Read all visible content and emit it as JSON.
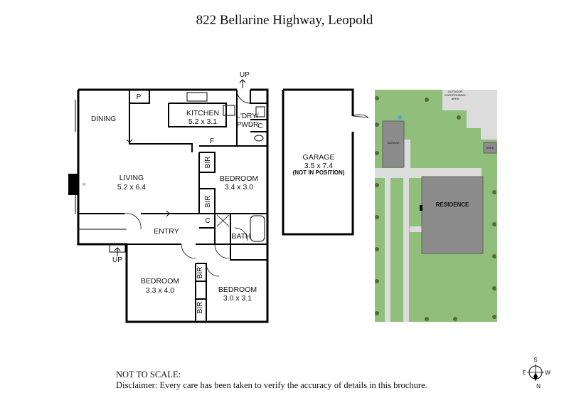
{
  "title": "822 Bellarine Highway, Leopold",
  "rooms": {
    "dining": "DINING",
    "living": "LIVING",
    "living_size": "5.2 x 6.4",
    "kitchen": "KITCHEN",
    "kitchen_size": "5.2 x 3.1",
    "laundry_1": "L'DRY/",
    "laundry_2": "PWDR",
    "pantry": "P",
    "fridge": "F",
    "bed1": "BEDROOM",
    "bed1_size": "3.4 x 3.0",
    "bed2": "BEDROOM",
    "bed2_size": "3.3 x 4.0",
    "bed3": "BEDROOM",
    "bed3_size": "3.0 x 3.1",
    "bath": "BATH",
    "entry": "ENTRY",
    "bir": "BIR",
    "cupboard": "C",
    "up": "UP",
    "hearth": "H"
  },
  "garage": {
    "label": "GARAGE",
    "size": "3.5 x 7.4",
    "note": "(NOT IN POSITION)"
  },
  "site": {
    "residence": "RESIDENCE",
    "garage": "GARAGE",
    "shed": "SHED",
    "outdoor_1": "OUTDOOR",
    "outdoor_2": "ENTERTAINING",
    "outdoor_3": "AREA"
  },
  "footer": {
    "line1": "NOT TO SCALE:",
    "line2": "Disclaimer: Every care has been taken to verify the accuracy of details in this brochure."
  },
  "compass": {
    "s": "S",
    "w": "W",
    "e": "E",
    "n": "N"
  },
  "colors": {
    "lawn": "#8fbf7a",
    "paving": "#dcdcdc",
    "roof": "#8c8c8c",
    "wall": "#000000"
  }
}
